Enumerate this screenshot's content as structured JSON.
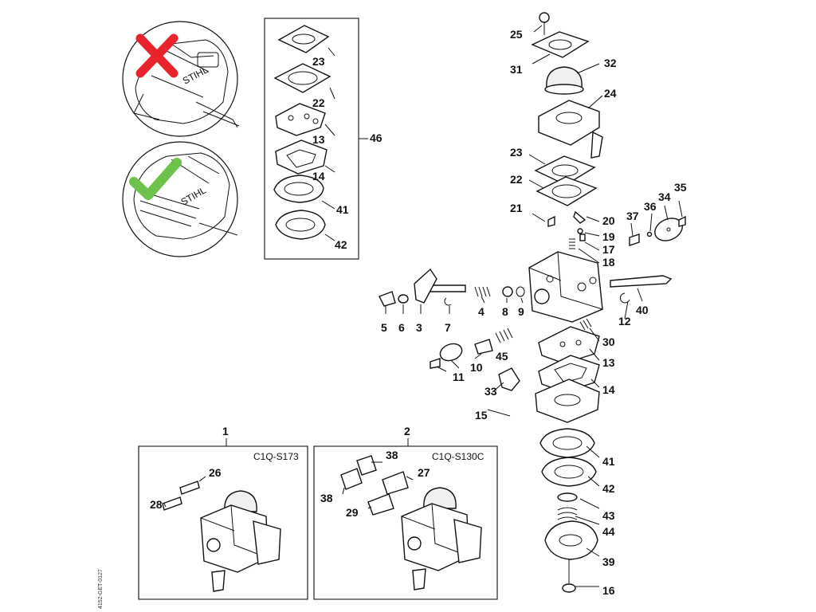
{
  "diagram": {
    "part_numbers": [
      "1",
      "2",
      "3",
      "4",
      "5",
      "6",
      "7",
      "8",
      "9",
      "10",
      "11",
      "12",
      "13",
      "13",
      "14",
      "14",
      "15",
      "16",
      "17",
      "18",
      "19",
      "20",
      "21",
      "22",
      "22",
      "23",
      "23",
      "24",
      "25",
      "26",
      "27",
      "28",
      "29",
      "30",
      "31",
      "32",
      "33",
      "34",
      "35",
      "36",
      "37",
      "38",
      "38",
      "39",
      "40",
      "41",
      "41",
      "42",
      "42",
      "43",
      "44",
      "45",
      "46"
    ],
    "variant_a": {
      "number": "1",
      "model": "C1Q-S173"
    },
    "variant_b": {
      "number": "2",
      "model": "C1Q-S130C"
    },
    "kit_number": "46",
    "brand_mark": "STIHL",
    "side_code": "4152-GET-0127",
    "icons": {
      "wrong": "red-cross-icon",
      "correct": "green-check-icon"
    },
    "colors": {
      "wrong": "#e8232b",
      "correct": "#6cc24a",
      "line": "#111111"
    }
  }
}
